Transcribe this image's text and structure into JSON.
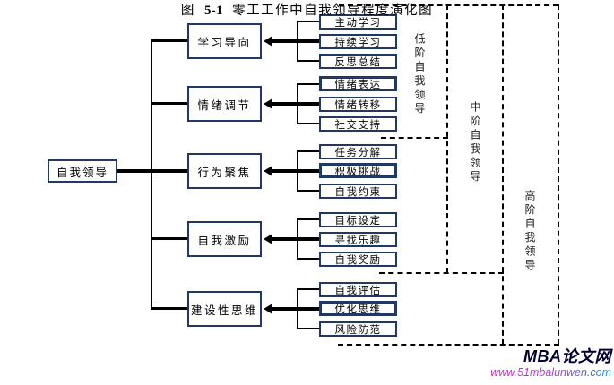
{
  "root": {
    "label": "自我领导"
  },
  "categories": [
    {
      "label": "学习导向",
      "items": [
        {
          "label": "主动学习",
          "bold": false
        },
        {
          "label": "持续学习",
          "bold": false
        },
        {
          "label": "反思总结",
          "bold": false
        }
      ]
    },
    {
      "label": "情绪调节",
      "items": [
        {
          "label": "情绪表达",
          "bold": true
        },
        {
          "label": "情绪转移",
          "bold": false
        },
        {
          "label": "社交支持",
          "bold": false
        }
      ]
    },
    {
      "label": "行为聚焦",
      "items": [
        {
          "label": "任务分解",
          "bold": false
        },
        {
          "label": "积极挑战",
          "bold": true
        },
        {
          "label": "自我约束",
          "bold": false
        }
      ]
    },
    {
      "label": "自我激励",
      "items": [
        {
          "label": "目标设定",
          "bold": false
        },
        {
          "label": "寻找乐趣",
          "bold": false
        },
        {
          "label": "自我奖励",
          "bold": false
        }
      ]
    },
    {
      "label": "建设性思维",
      "items": [
        {
          "label": "自我评估",
          "bold": false
        },
        {
          "label": "优化思维",
          "bold": true
        },
        {
          "label": "风险防范",
          "bold": false
        }
      ]
    }
  ],
  "levels": [
    {
      "label": "低阶自我领导"
    },
    {
      "label": "中阶自我领导"
    },
    {
      "label": "高阶自我领导"
    }
  ],
  "caption": {
    "prefix": "图",
    "number": "5-1",
    "text": "零工工作中自我领导程度演化图"
  },
  "watermark": {
    "brand": "MBA论文网",
    "url": "www.51mbalunwen.com"
  },
  "colors": {
    "box_border": "#1f3864",
    "line": "#000000",
    "dash": "#000000",
    "brand": "#000030",
    "url_gradient_start": "#e020c8",
    "url_gradient_end": "#19a6f5"
  }
}
